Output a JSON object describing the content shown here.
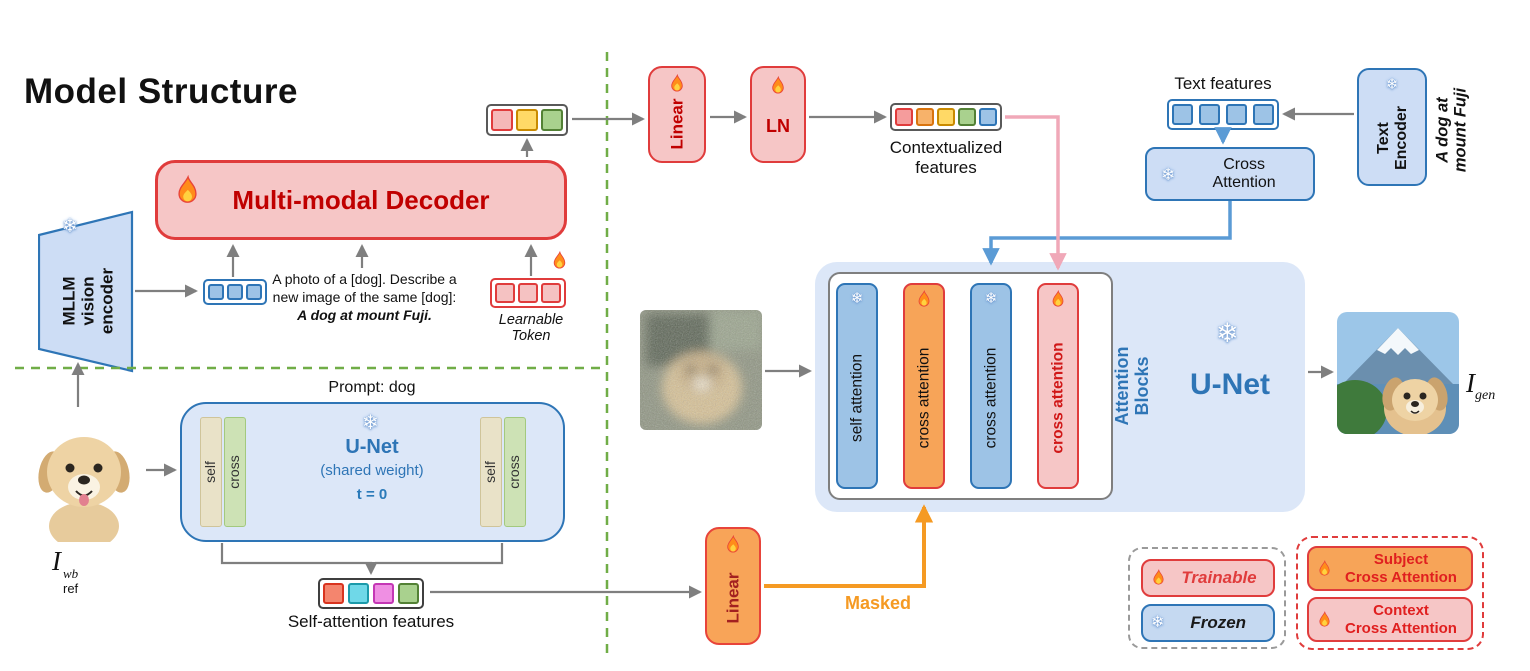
{
  "title": "Model Structure",
  "icons": {
    "snowflake": "❄"
  },
  "left_panel": {
    "vision_encoder_label": "MLLM\nvision\nencoder",
    "decoder_label": "Multi-modal Decoder",
    "decoder_prompt_normal": "A photo of a [dog]. Describe a\nnew image of the same [dog]:",
    "decoder_prompt_emphasis": "A dog at mount Fuji.",
    "learnable_token_label": "Learnable\nToken",
    "prompt_label": "Prompt: dog",
    "ref_image_label": {
      "base": "I",
      "sup": "wb",
      "sub": "ref"
    },
    "shared_unet": {
      "title": "U-Net",
      "subtitle": "(shared weight)",
      "timestep": "t = 0",
      "self_label": "self",
      "cross_label": "cross"
    },
    "self_attention_features_label": "Self-attention features"
  },
  "pipeline": {
    "linear_top_label": "Linear",
    "ln_label": "LN",
    "contextualized_label": "Contextualized\nfeatures",
    "linear_bottom_label": "Linear",
    "masked_label": "Masked"
  },
  "right_panel": {
    "text_features_label": "Text features",
    "text_encoder_label": "Text\nEncoder",
    "encoder_prompt": "A dog at\nmount Fuji",
    "cross_attention_label": "Cross\nAttention",
    "unet": {
      "title": "U-Net",
      "attention_blocks_label": "Attention\nBlocks",
      "bars": [
        {
          "label": "self attention"
        },
        {
          "label": "cross attention"
        },
        {
          "label": "cross attention"
        },
        {
          "label": "cross attention"
        }
      ]
    },
    "gen_image_label": {
      "base": "I",
      "sub": "gen"
    }
  },
  "legend": {
    "trainable_label": "Trainable",
    "frozen_label": "Frozen",
    "subject_label": "Subject\nCross Attention",
    "context_label": "Context\nCross Attention"
  },
  "tokens": {
    "decoder_output": {
      "frame": "#595959",
      "cells": [
        {
          "fill": "#f5b8b8",
          "border": "#e03c3c"
        },
        {
          "fill": "#ffd966",
          "border": "#c98a00"
        },
        {
          "fill": "#a9d18e",
          "border": "#538135"
        }
      ]
    },
    "mllm_visual": {
      "frame": "#2e75b6",
      "cells": [
        {
          "fill": "#9dc3e6",
          "border": "#2e75b6"
        },
        {
          "fill": "#9dc3e6",
          "border": "#2e75b6"
        },
        {
          "fill": "#9dc3e6",
          "border": "#2e75b6"
        }
      ]
    },
    "learnable": {
      "frame": "#e03c3c",
      "cells": [
        {
          "fill": "#f5c2c2",
          "border": "#e03c3c"
        },
        {
          "fill": "#f5c2c2",
          "border": "#e03c3c"
        },
        {
          "fill": "#f5c2c2",
          "border": "#e03c3c"
        }
      ]
    },
    "contextualized": {
      "frame": "#595959",
      "cells": [
        {
          "fill": "#f59c9c",
          "border": "#e03c3c"
        },
        {
          "fill": "#f7b26a",
          "border": "#d9730d"
        },
        {
          "fill": "#ffd966",
          "border": "#c98a00"
        },
        {
          "fill": "#a9d18e",
          "border": "#538135"
        },
        {
          "fill": "#9dc3e6",
          "border": "#2e75b6"
        }
      ]
    },
    "text_features": {
      "frame": "#2e75b6",
      "cells": [
        {
          "fill": "#9dc3e6",
          "border": "#2e75b6"
        },
        {
          "fill": "#9dc3e6",
          "border": "#2e75b6"
        },
        {
          "fill": "#9dc3e6",
          "border": "#2e75b6"
        },
        {
          "fill": "#9dc3e6",
          "border": "#2e75b6"
        }
      ]
    },
    "self_attention": {
      "frame": "#3f3f3f",
      "cells": [
        {
          "fill": "#f4856e",
          "border": "#d9341f"
        },
        {
          "fill": "#6fd8e8",
          "border": "#1b9aaa"
        },
        {
          "fill": "#ef8fe3",
          "border": "#c437b5"
        },
        {
          "fill": "#a9d18e",
          "border": "#538135"
        }
      ]
    }
  },
  "palette": {
    "trainable_red": "#e03c3c",
    "frozen_blue": "#2e75b6",
    "subject_orange": "#f7a458",
    "context_pink": "#f6c6c6",
    "masked_orange": "#f59a23",
    "divider_green": "#70ad47"
  }
}
